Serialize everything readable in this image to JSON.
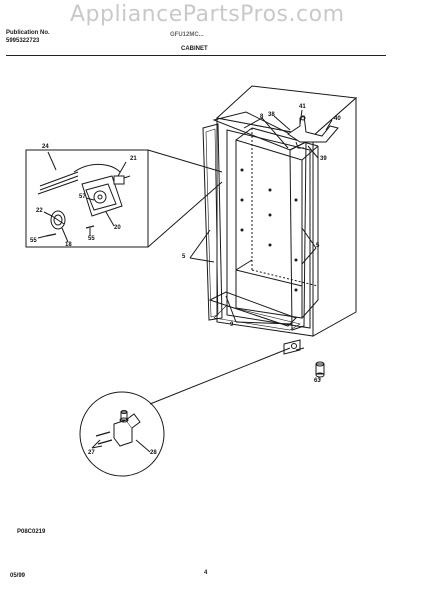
{
  "watermark": "AppliancePartsPros.com",
  "header": {
    "publication_label": "Publication No.",
    "publication_number": "5995322723",
    "model": "GFU12MC...",
    "section_title": "CABINET"
  },
  "callouts": {
    "c41": "41",
    "c38": "38",
    "c40": "40",
    "c39": "39",
    "c8": "8",
    "c9": "9",
    "c5": "5",
    "c24": "24",
    "c21": "21",
    "c57": "57",
    "c22": "22",
    "c20": "20",
    "c55a": "55",
    "c18": "18",
    "c55b": "55",
    "c63": "63",
    "c28": "28",
    "c27": "27"
  },
  "footer": {
    "diagram_code": "P08C0219",
    "date": "05/99",
    "page": "4"
  }
}
